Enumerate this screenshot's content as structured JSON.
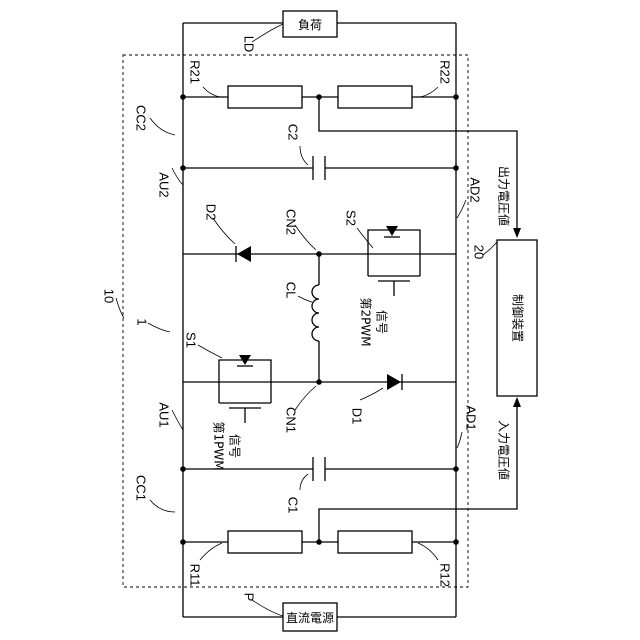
{
  "labels": {
    "load": "負荷",
    "LD": "LD",
    "dc_source": "直流電源",
    "P": "P",
    "R21": "R21",
    "R22": "R22",
    "R11": "R11",
    "R12": "R12",
    "CC2": "CC2",
    "CC1": "CC1",
    "C2": "C2",
    "C1": "C1",
    "AU2": "AU2",
    "AD2": "AD2",
    "AU1": "AU1",
    "AD1": "AD1",
    "D2": "D2",
    "D1": "D1",
    "CN2": "CN2",
    "CN1": "CN1",
    "S2": "S2",
    "S1": "S1",
    "CL": "CL",
    "ten": "10",
    "one": "1",
    "twenty": "20",
    "pwm2": "第2PWM",
    "pwm1": "第1PWM",
    "signal": "信号",
    "controller": "制御装置",
    "output_voltage": "出力電圧値",
    "input_voltage": "入力電圧値"
  }
}
